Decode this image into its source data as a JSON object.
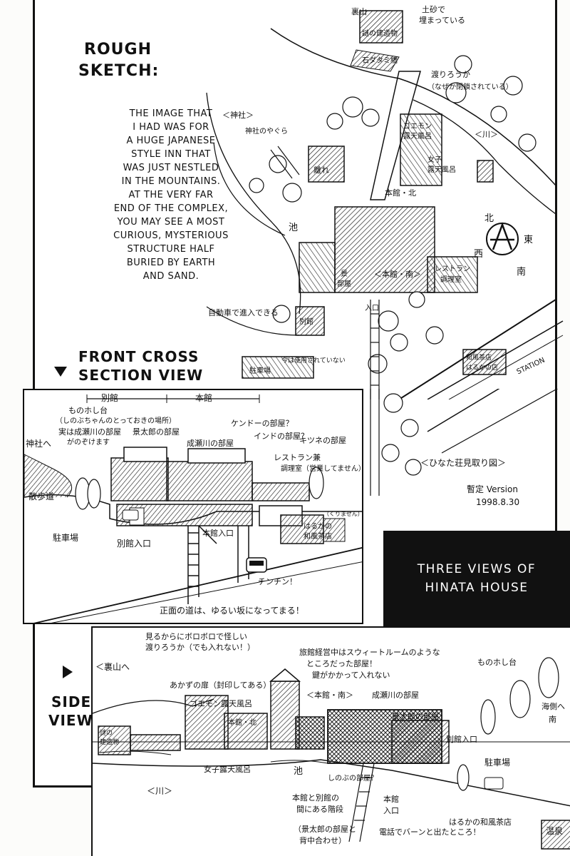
{
  "headings": {
    "rough_sketch": [
      "ROUGH",
      "SKETCH:"
    ],
    "front_section": [
      "FRONT CROSS",
      "SECTION VIEW"
    ],
    "side_view": [
      "SIDE",
      "VIEW:"
    ]
  },
  "description": [
    "THE IMAGE THAT",
    "I HAD WAS FOR",
    "A HUGE JAPANESE",
    "STYLE INN THAT",
    "WAS JUST NESTLED",
    "IN THE MOUNTAINS.",
    "AT THE VERY FAR",
    "END OF THE COMPLEX,",
    "YOU MAY SEE A MOST",
    "CURIOUS, MYSTERIOUS",
    "STRUCTURE  HALF",
    "BURIED BY EARTH",
    "AND SAND."
  ],
  "caption_box": [
    "THREE VIEWS OF",
    "HINATA HOUSE"
  ],
  "map_labels": {
    "urayama": "裏山",
    "buried_structure": "謎の建造物",
    "buried_note": [
      "土砂で",
      "埋まっている"
    ],
    "stone_bridge": "石ダタミ橋",
    "suspension_bridge": "渡りろうか",
    "bridge_note": "（なぜか閉鎖されている）",
    "shrine": "＜神社＞",
    "to_shrine": "神社のやぐら",
    "river": "＜川＞",
    "annex": "離れ",
    "goemon_bath": [
      "ゴエモン",
      "露天風呂"
    ],
    "women_bath": [
      "女子",
      "露天風呂"
    ],
    "main_north": "本館・北",
    "pond": "池",
    "compass_north": "北",
    "compass_east": "東",
    "compass_west": "西",
    "compass_south": "南",
    "main_south": "＜本館・南＞",
    "room": [
      "景",
      "部屋"
    ],
    "restaurant": [
      "レストラン",
      "調理室"
    ],
    "entrance": "入口",
    "betsukan": "別館",
    "car_note": "自動車で進入できる",
    "parking": "駐車場",
    "parking_note": "今は使用されていない",
    "haruka_shop": [
      "和風茶店",
      "はるかの店"
    ],
    "station": "STATION",
    "map_title": "＜ひなた荘見取り図＞",
    "tentative": "暫定 Version",
    "date": "1998.8.30"
  },
  "front_labels": {
    "betsukan": "別館",
    "honkan": "本館",
    "drying_deck": "ものホし台",
    "shinobu_note": "（しのぶちゃんのとっておきの場所）",
    "naru_room": [
      "実は成瀬川の部屋",
      "がのぞけます"
    ],
    "keitaro_room": "景太郎の部屋",
    "naru_room2": "成瀬川の部屋",
    "kendo_room": "ケンドーの部屋？",
    "india_room": "インドの部屋？",
    "kitsune_room": "キツネの部屋",
    "restaurant_kitchen": [
      "レストラン兼",
      "調理室（営業してません）"
    ],
    "to_shrine": "神社へ",
    "walkway": "散歩道",
    "main_entrance": "本館入口",
    "parking": "駐車場",
    "annex_entrance": "別館入口",
    "haruka_shop": [
      "はるかの",
      "和風茶店"
    ],
    "closed": "（くりません）",
    "tram": "チンチン！",
    "slope_note": "正面の道は、ゆるい坂になってまる！"
  },
  "side_labels": {
    "bridge_note": [
      "見るからにボロボロで怪しい",
      "渡りろうか（でも入れない！）"
    ],
    "to_urayama": "＜裏山へ",
    "sealed_door": "あかずの扉（封印してある）",
    "goemon_bath": "ゴエモン露天風呂",
    "mystery": [
      "謎の",
      "建造物"
    ],
    "main_north": "本館・北",
    "suite_note": [
      "旅館経営中はスウィートルームのような",
      "ところだった部屋！",
      "鍵がかかって入れない"
    ],
    "drying_deck": "ものホし台",
    "main_south": "＜本館・南＞",
    "naru_room": "成瀬川の部屋",
    "keitaro_room": "景太郎の部屋",
    "to_seaside": [
      "海側へ",
      "南"
    ],
    "annex_entrance": "別館入口",
    "parking": "駐車場",
    "women_bath": "女子露天風呂",
    "pond": "池",
    "river": "＜川＞",
    "shinobu_room": "しのぶの部屋？",
    "stairs_note": [
      "本館と別館の",
      "間にある階段"
    ],
    "main_entrance": [
      "本館",
      "入口"
    ],
    "keitaro_room_note": [
      "（景太郎の部屋と",
      "背中合わせ）"
    ],
    "phone_note": "電話でバーンと出たところ！",
    "haruka_shop": "はるかの和風茶店",
    "hot_spring": "温泉"
  },
  "colors": {
    "ink": "#111111",
    "paper": "#ffffff",
    "hatch": "#333333"
  }
}
